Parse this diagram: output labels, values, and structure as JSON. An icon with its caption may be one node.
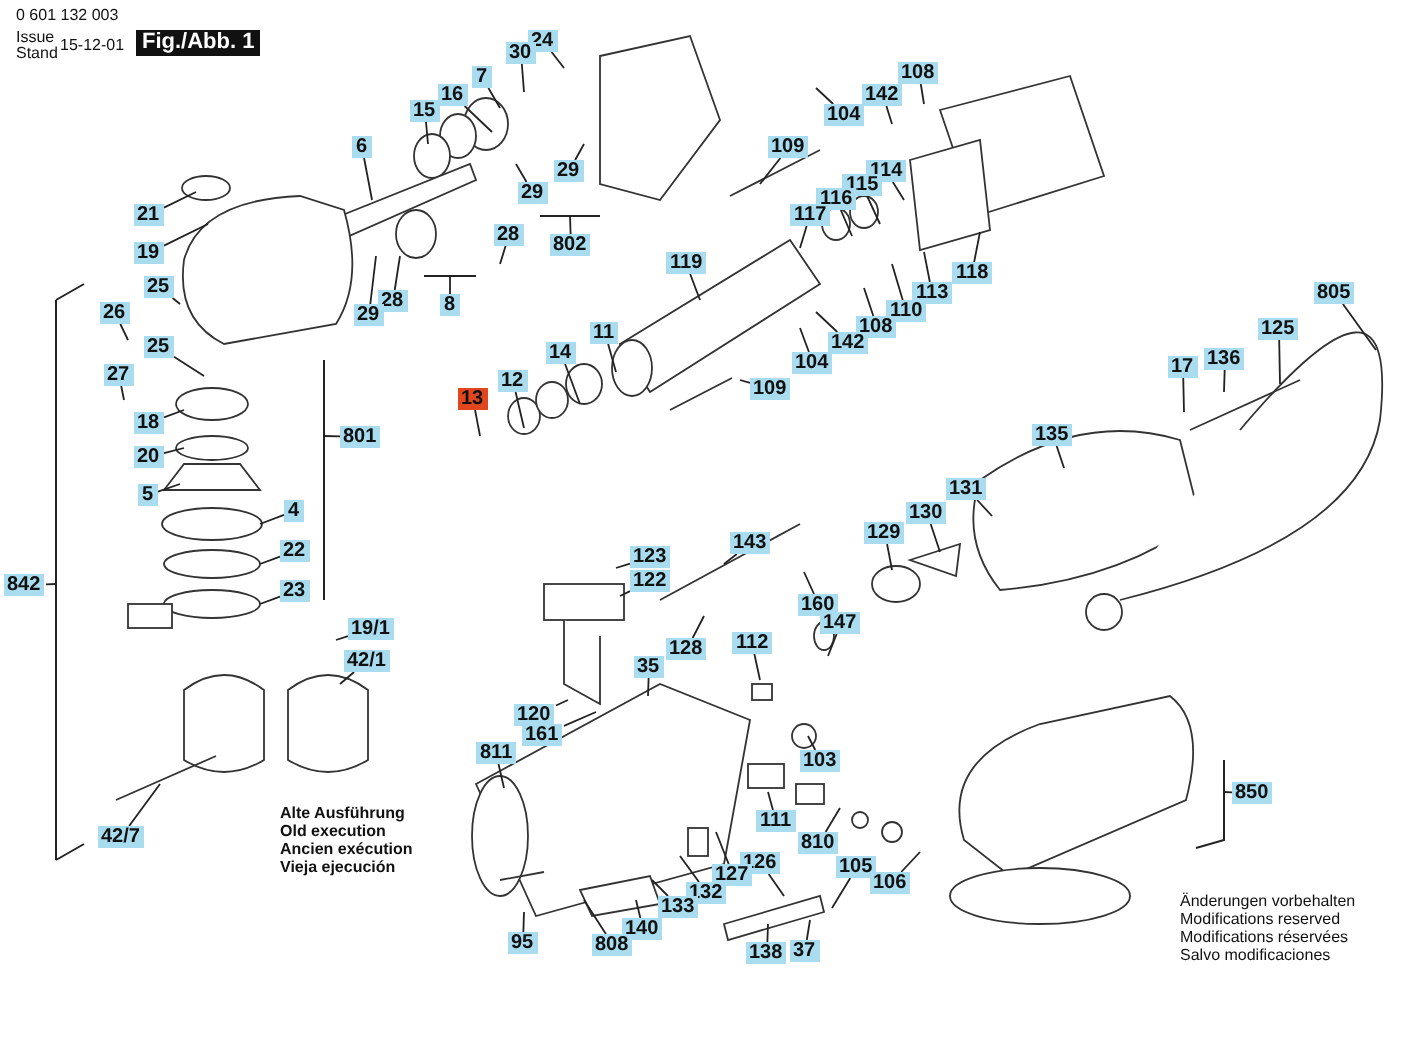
{
  "diagram": {
    "nodes": [
      {
        "text": [
          "24"
        ]
      },
      {
        "text": [
          "30"
        ]
      },
      {
        "text": [
          "108"
        ]
      },
      {
        "text": [
          "7"
        ]
      },
      {
        "text": [
          "16"
        ]
      },
      {
        "text": [
          "142"
        ]
      },
      {
        "text": [
          "15"
        ]
      },
      {
        "text": [
          "104"
        ]
      },
      {
        "text": [
          "6"
        ]
      },
      {
        "text": [
          "109"
        ]
      },
      {
        "text": [
          "29"
        ]
      },
      {
        "text": [
          "114"
        ]
      },
      {
        "text": [
          "115"
        ]
      },
      {
        "text": [
          "29"
        ]
      },
      {
        "text": [
          "116"
        ]
      },
      {
        "text": [
          "117"
        ]
      },
      {
        "text": [
          "21"
        ]
      },
      {
        "text": [
          "28"
        ]
      },
      {
        "text": [
          "19"
        ]
      },
      {
        "text": [
          "119"
        ]
      },
      {
        "text": [
          "118"
        ]
      },
      {
        "text": [
          "25"
        ]
      },
      {
        "text": [
          "805"
        ]
      },
      {
        "text": [
          "113"
        ]
      },
      {
        "text": [
          "28"
        ]
      },
      {
        "text": [
          "110"
        ]
      },
      {
        "text": [
          "26"
        ]
      },
      {
        "text": [
          "29"
        ]
      },
      {
        "text": [
          "108"
        ]
      },
      {
        "text": [
          "125"
        ]
      },
      {
        "text": [
          "142"
        ]
      },
      {
        "text": [
          "11"
        ]
      },
      {
        "text": [
          "25"
        ]
      },
      {
        "text": [
          "136"
        ]
      },
      {
        "text": [
          "14"
        ]
      },
      {
        "text": [
          "104"
        ]
      },
      {
        "text": [
          "17"
        ]
      },
      {
        "text": [
          "27"
        ]
      },
      {
        "text": [
          "12"
        ]
      },
      {
        "text": [
          "109"
        ]
      },
      {
        "text": [
          "13"
        ]
      },
      {
        "text": [
          "18"
        ]
      },
      {
        "text": [
          "135"
        ]
      },
      {
        "text": [
          "20"
        ]
      },
      {
        "text": [
          "131"
        ]
      },
      {
        "text": [
          "5"
        ]
      },
      {
        "text": [
          "4"
        ]
      },
      {
        "text": [
          "130"
        ]
      },
      {
        "text": [
          "129"
        ]
      },
      {
        "text": [
          "143"
        ]
      },
      {
        "text": [
          "22"
        ]
      },
      {
        "text": [
          "123"
        ]
      },
      {
        "text": [
          "122"
        ]
      },
      {
        "text": [
          "23"
        ]
      },
      {
        "text": [
          "160"
        ]
      },
      {
        "text": [
          "147"
        ]
      },
      {
        "text": [
          "19/1"
        ]
      },
      {
        "text": [
          "112"
        ]
      },
      {
        "text": [
          "128"
        ]
      },
      {
        "text": [
          "42/1"
        ]
      },
      {
        "text": [
          "35"
        ]
      },
      {
        "text": [
          "120"
        ]
      },
      {
        "text": [
          "161"
        ]
      },
      {
        "text": [
          "811"
        ]
      },
      {
        "text": [
          "103"
        ]
      },
      {
        "text": [
          "111"
        ]
      },
      {
        "text": [
          "42/7"
        ]
      },
      {
        "text": [
          "810"
        ]
      },
      {
        "text": [
          "126"
        ]
      },
      {
        "text": [
          "105"
        ]
      },
      {
        "text": [
          "127"
        ]
      },
      {
        "text": [
          "106"
        ]
      },
      {
        "text": [
          "132"
        ]
      },
      {
        "text": [
          "133"
        ]
      },
      {
        "text": [
          "140"
        ]
      },
      {
        "text": [
          "95"
        ]
      },
      {
        "text": [
          "808"
        ]
      },
      {
        "text": [
          "37"
        ]
      },
      {
        "text": [
          "138"
        ]
      },
      {
        "text": [
          "802"
        ]
      },
      {
        "text": [
          "8"
        ]
      },
      {
        "text": [
          "801"
        ]
      },
      {
        "text": [
          "842"
        ]
      },
      {
        "text": [
          "850"
        ]
      }
    ],
    "edges": [
      {
        "from": 0,
        "to": null,
        "arrow": "none"
      },
      {
        "from": 1,
        "to": null,
        "arrow": "none"
      },
      {
        "from": 2,
        "to": null,
        "arrow": "none"
      },
      {
        "from": 3,
        "to": null,
        "arrow": "none"
      },
      {
        "from": 4,
        "to": null,
        "arrow": "none"
      },
      {
        "from": 5,
        "to": null,
        "arrow": "none"
      },
      {
        "from": 6,
        "to": null,
        "arrow": "none"
      },
      {
        "from": 7,
        "to": null,
        "arrow": "none"
      },
      {
        "from": 8,
        "to": null,
        "arrow": "none"
      },
      {
        "from": 9,
        "to": null,
        "arrow": "none"
      },
      {
        "from": 10,
        "to": null,
        "arrow": "none"
      },
      {
        "from": 11,
        "to": null,
        "arrow": "none"
      },
      {
        "from": 12,
        "to": null,
        "arrow": "none"
      },
      {
        "from": 13,
        "to": null,
        "arrow": "none"
      },
      {
        "from": 14,
        "to": null,
        "arrow": "none"
      },
      {
        "from": 15,
        "to": null,
        "arrow": "none"
      },
      {
        "from": 16,
        "to": null,
        "arrow": "none"
      },
      {
        "from": 17,
        "to": null,
        "arrow": "none"
      },
      {
        "from": 18,
        "to": null,
        "arrow": "none"
      },
      {
        "from": 19,
        "to": null,
        "arrow": "none"
      },
      {
        "from": 20,
        "to": null,
        "arrow": "none"
      },
      {
        "from": 21,
        "to": null,
        "arrow": "none"
      },
      {
        "from": 22,
        "to": null,
        "arrow": "none"
      },
      {
        "from": 23,
        "to": null,
        "arrow": "none"
      },
      {
        "from": 24,
        "to": null,
        "arrow": "none"
      },
      {
        "from": 25,
        "to": null,
        "arrow": "none"
      },
      {
        "from": 26,
        "to": null,
        "arrow": "none"
      },
      {
        "from": 27,
        "to": null,
        "arrow": "none"
      },
      {
        "from": 28,
        "to": null,
        "arrow": "none"
      },
      {
        "from": 29,
        "to": null,
        "arrow": "none"
      },
      {
        "from": 30,
        "to": null,
        "arrow": "none"
      },
      {
        "from": 31,
        "to": null,
        "arrow": "none"
      },
      {
        "from": 32,
        "to": null,
        "arrow": "none"
      },
      {
        "from": 33,
        "to": null,
        "arrow": "none"
      },
      {
        "from": 34,
        "to": null,
        "arrow": "none"
      },
      {
        "from": 35,
        "to": null,
        "arrow": "none"
      },
      {
        "from": 36,
        "to": null,
        "arrow": "none"
      },
      {
        "from": 37,
        "to": null,
        "arrow": "none"
      },
      {
        "from": 38,
        "to": null,
        "arrow": "none"
      },
      {
        "from": 39,
        "to": null,
        "arrow": "none"
      },
      {
        "from": 40,
        "to": null,
        "arrow": "none"
      },
      {
        "from": 41,
        "to": null,
        "arrow": "none"
      },
      {
        "from": 42,
        "to": null,
        "arrow": "none"
      },
      {
        "from": 43,
        "to": null,
        "arrow": "none"
      },
      {
        "from": 44,
        "to": null,
        "arrow": "none"
      },
      {
        "from": 45,
        "to": null,
        "arrow": "none"
      },
      {
        "from": 46,
        "to": null,
        "arrow": "none"
      },
      {
        "from": 47,
        "to": null,
        "arrow": "none"
      },
      {
        "from": 48,
        "to": null,
        "arrow": "none"
      },
      {
        "from": 49,
        "to": null,
        "arrow": "none"
      },
      {
        "from": 50,
        "to": null,
        "arrow": "none"
      },
      {
        "from": 51,
        "to": null,
        "arrow": "none"
      },
      {
        "from": 52,
        "to": null,
        "arrow": "none"
      },
      {
        "from": 53,
        "to": null,
        "arrow": "none"
      },
      {
        "from": 54,
        "to": null,
        "arrow": "none"
      },
      {
        "from": 55,
        "to": null,
        "arrow": "none"
      },
      {
        "from": 56,
        "to": null,
        "arrow": "none"
      },
      {
        "from": 57,
        "to": null,
        "arrow": "none"
      },
      {
        "from": 58,
        "to": null,
        "arrow": "none"
      },
      {
        "from": 59,
        "to": null,
        "arrow": "none"
      },
      {
        "from": 60,
        "to": null,
        "arrow": "none"
      },
      {
        "from": 61,
        "to": null,
        "arrow": "none"
      },
      {
        "from": 62,
        "to": null,
        "arrow": "none"
      },
      {
        "from": 63,
        "to": null,
        "arrow": "none"
      },
      {
        "from": 64,
        "to": null,
        "arrow": "none"
      },
      {
        "from": 65,
        "to": null,
        "arrow": "none"
      },
      {
        "from": 66,
        "to": null,
        "arrow": "none"
      },
      {
        "from": 67,
        "to": null,
        "arrow": "none"
      },
      {
        "from": 68,
        "to": null,
        "arrow": "none"
      },
      {
        "from": 69,
        "to": null,
        "arrow": "none"
      },
      {
        "from": 70,
        "to": null,
        "arrow": "none"
      },
      {
        "from": 71,
        "to": null,
        "arrow": "none"
      },
      {
        "from": 72,
        "to": null,
        "arrow": "none"
      },
      {
        "from": 73,
        "to": null,
        "arrow": "none"
      },
      {
        "from": 74,
        "to": null,
        "arrow": "none"
      },
      {
        "from": 75,
        "to": null,
        "arrow": "none"
      },
      {
        "from": 76,
        "to": null,
        "arrow": "none"
      },
      {
        "from": 77,
        "to": null,
        "arrow": "none"
      },
      {
        "from": 78,
        "to": null,
        "arrow": "none"
      },
      {
        "from": 79,
        "to": null,
        "arrow": "none"
      },
      {
        "from": 80,
        "to": null,
        "arrow": "none"
      },
      {
        "from": 81,
        "to": null,
        "arrow": "none"
      },
      {
        "from": 82,
        "to": null,
        "arrow": "none"
      },
      {
        "from": 83,
        "to": null,
        "arrow": "none"
      }
    ],
    "labels": [
      "0 601 132 003",
      "Issue",
      "Stand",
      "15-12-01",
      "Fig./Abb. 1",
      "Alte Ausführung",
      "Old execution",
      "Ancien exécution",
      "Vieja ejecución",
      "Änderungen vorbehalten",
      "Modifications reserved",
      "Modifications réservées",
      "Salvo modificaciones"
    ]
  }
}
